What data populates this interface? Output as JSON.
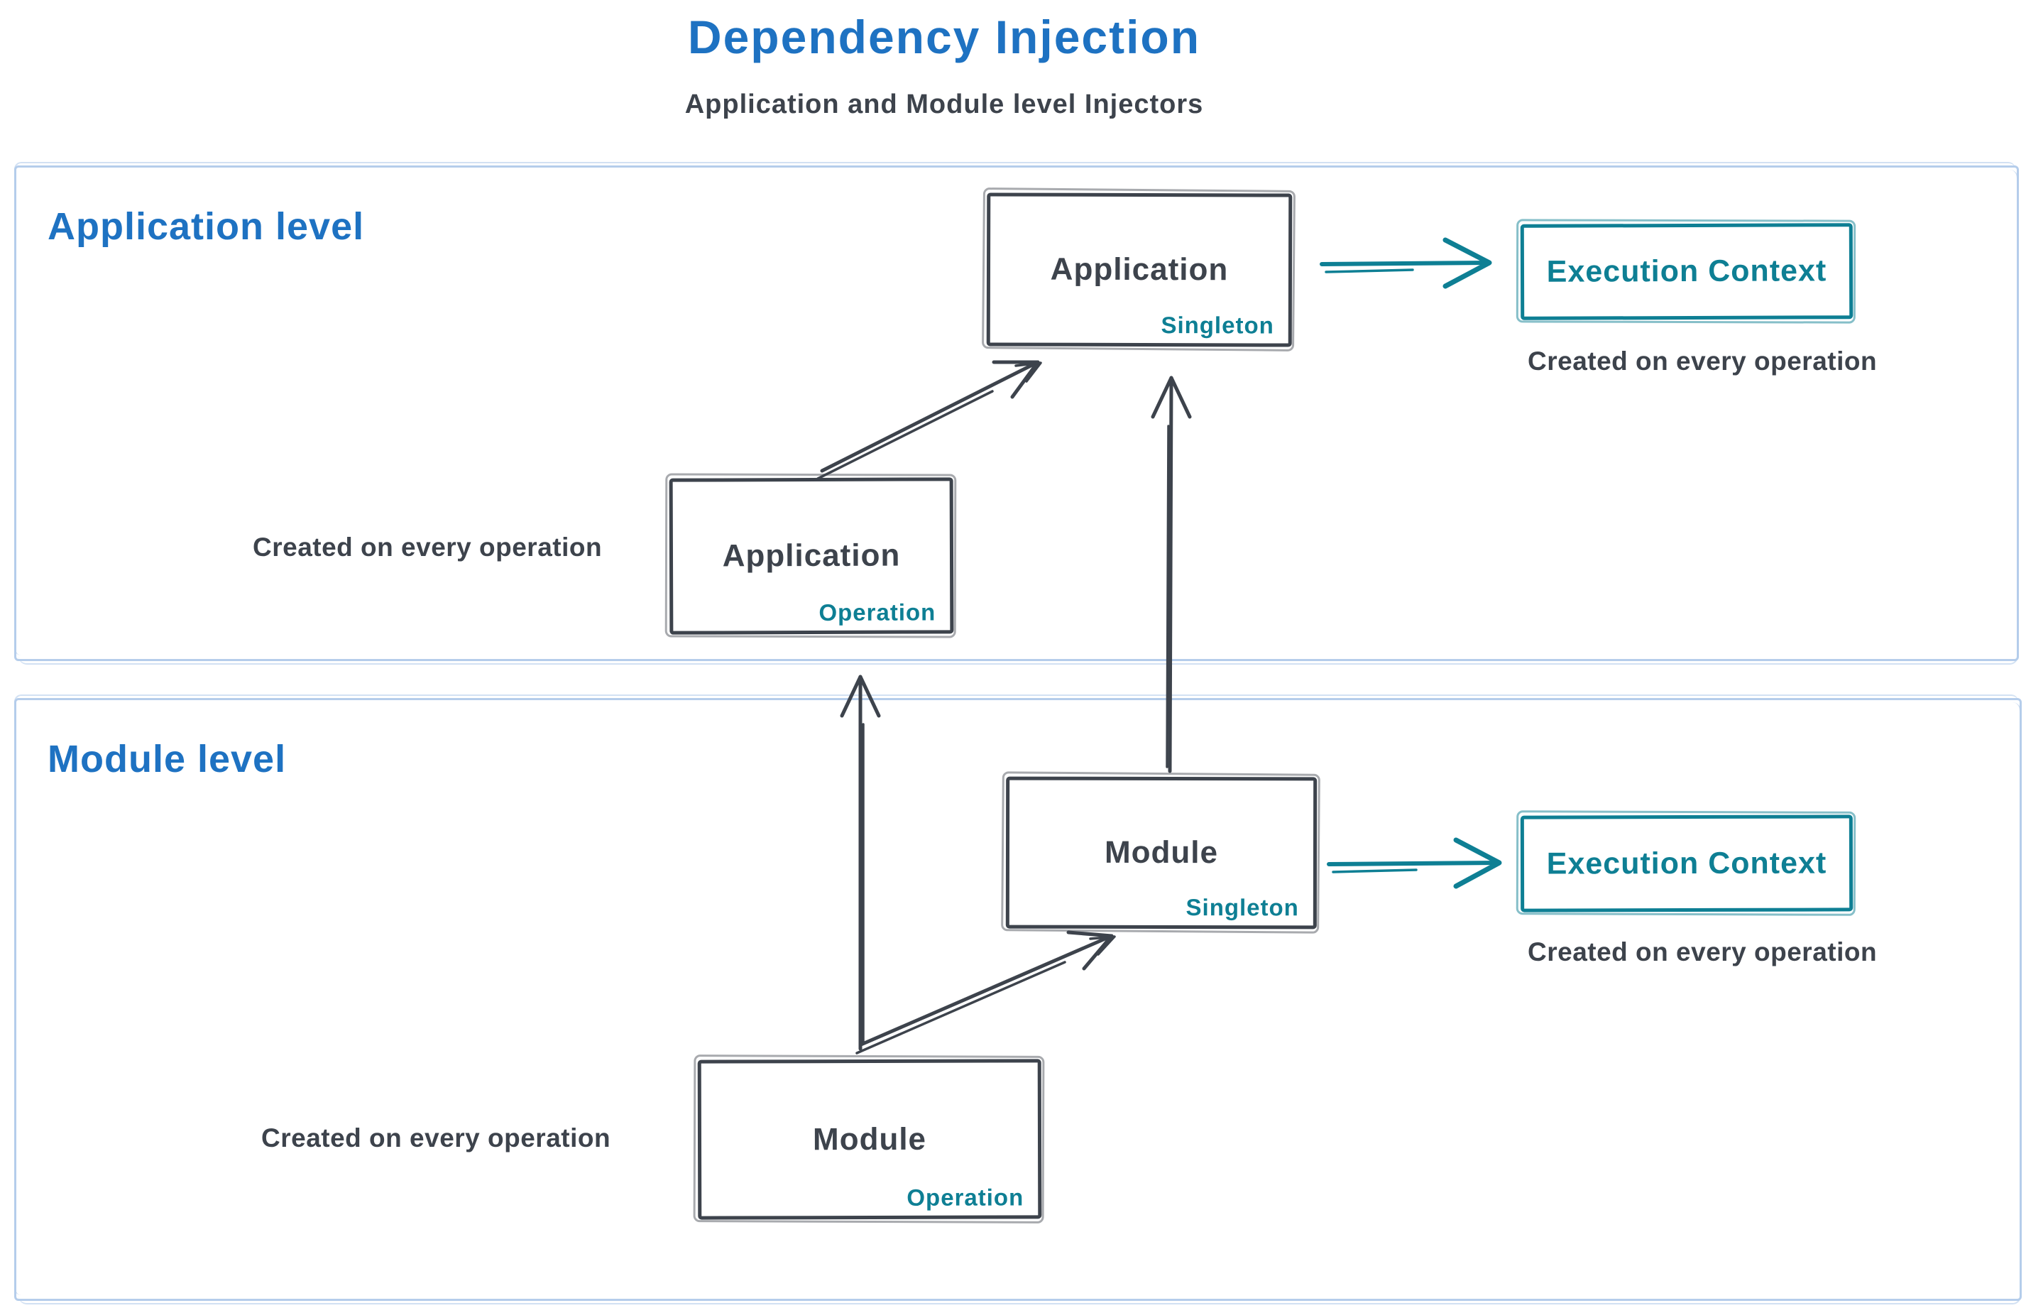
{
  "title": "Dependency Injection",
  "subtitle": "Application and Module level Injectors",
  "colors": {
    "blue": "#1e72c2",
    "dark": "#3d434c",
    "teal": "#0e7f94",
    "section_frame": "#b5cdeb"
  },
  "sections": {
    "application": {
      "label": "Application level",
      "singleton_box": {
        "title": "Application",
        "tag": "Singleton"
      },
      "operation_box": {
        "title": "Application",
        "tag": "Operation"
      },
      "execution_box": {
        "title": "Execution Context"
      },
      "execution_note": "Created on every operation",
      "operation_note": "Created on every operation"
    },
    "module": {
      "label": "Module level",
      "singleton_box": {
        "title": "Module",
        "tag": "Singleton"
      },
      "operation_box": {
        "title": "Module",
        "tag": "Operation"
      },
      "execution_box": {
        "title": "Execution Context"
      },
      "execution_note": "Created on every operation",
      "operation_note": "Created on every operation"
    }
  }
}
